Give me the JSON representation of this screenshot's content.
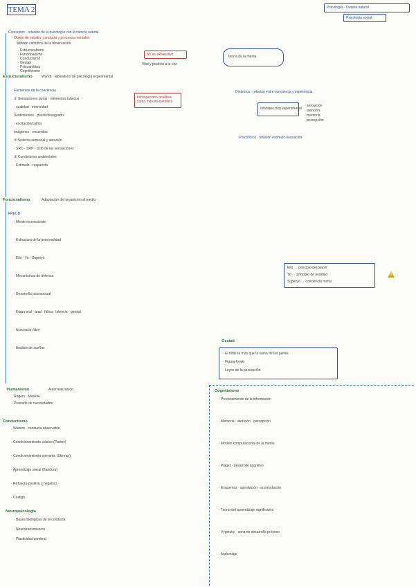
{
  "title": "TEMA 2",
  "top_right": {
    "box1": "Psicología - Ciencia natural",
    "box2": "Psicología social"
  },
  "intro": {
    "line1": "Conceptos · relación de la psicología con la ciencia natural",
    "line2": "Objeto de estudio: conducta y procesos mentales",
    "line3": "Método científico de la observación",
    "list": [
      "· Estructuralismo",
      "· Funcionalismo",
      "· Conductismo",
      "· Gestalt",
      "· Psicoanálisis",
      "· Cognitivismo"
    ]
  },
  "red_notes": {
    "n1": "No es exhaustivo",
    "n2": "Vital y positivo a la vez",
    "n3": "Teoría de la mente"
  },
  "estructuralismo": {
    "heading": "Estructuralismo",
    "line1": "Wundt · laboratorio de psicología experimental",
    "sub_heading": "Elementos de la conciencia",
    "items": [
      "① Sensaciones puras · elementos básicos",
      "  · cualidad · intensidad",
      "Sentimientos · placer/desagrado",
      "  · excitación/calma",
      "Imágenes · recuerdos",
      "② Sistema sensorial y atención",
      "  · SRC · SRP · ciclo de las sensaciones",
      "③ Condiciones ambientales",
      "  · Estímulo · respuesta"
    ],
    "red_box": "Introspección analítica como método científico"
  },
  "right_mid": {
    "line1": "Dinámica · relación entre conciencia y experiencia",
    "box": "Introspección experimental",
    "lines": [
      "· sensación",
      "· atención",
      "· memoria",
      "· percepción"
    ],
    "line2": "Psicofísica · relación estímulo-sensación"
  },
  "funcionalismo": {
    "heading": "Funcionalismo",
    "line1": "Adaptación del organismo al medio",
    "sub": "FREUD",
    "items": [
      "· Mente inconsciente",
      "· Estructura de la personalidad",
      "· Ello · Yo · Superyó",
      "· Mecanismos de defensa",
      "· Desarrollo psicosexual",
      "· Etapa oral · anal · fálica · latencia · genital",
      "· Asociación libre",
      "· Análisis de sueños"
    ]
  },
  "freud_box": {
    "l1": "Ello → principio del placer",
    "l2": "Yo → principio de realidad",
    "l3": "Superyó → conciencia moral"
  },
  "humanismo": {
    "heading": "Humanismo",
    "line1": "Autorrealización",
    "line2": "Rogers · Maslow",
    "line3": "Pirámide de necesidades"
  },
  "conductismo": {
    "heading": "Conductismo",
    "items": [
      "· Watson · conducta observable",
      "· Condicionamiento clásico (Pavlov)",
      "· Condicionamiento operante (Skinner)",
      "· Aprendizaje social (Bandura)",
      "· Refuerzo positivo y negativo",
      "· Castigo"
    ]
  },
  "neo": {
    "heading": "Neuropsicología",
    "items": [
      "· Bases biológicas de la conducta",
      "· Neurotransmisores",
      "· Plasticidad cerebral"
    ]
  },
  "cognitivismo": {
    "heading": "Cognitivismo",
    "items": [
      "· Procesamiento de la información",
      "· Memoria · atención · percepción",
      "· Modelo computacional de la mente",
      "· Piaget · desarrollo cognitivo",
      "· Esquemas · asimilación · acomodación",
      "· Teoría del aprendizaje significativo",
      "· Vygotsky · zona de desarrollo próximo",
      "· Andamiaje"
    ]
  },
  "gestalt": {
    "heading": "Gestalt",
    "items": [
      "· El todo es más que la suma de las partes",
      "· Figura-fondo",
      "· Leyes de la percepción"
    ]
  }
}
